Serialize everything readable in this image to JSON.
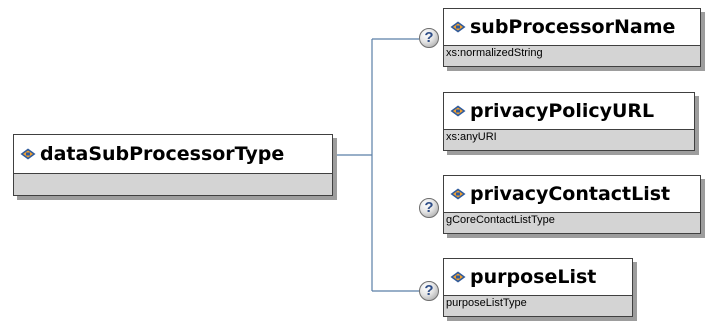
{
  "root": {
    "name": "dataSubProcessorType",
    "type": ""
  },
  "children": [
    {
      "name": "subProcessorName",
      "type": "xs:normalizedString",
      "optional": true
    },
    {
      "name": "privacyPolicyURL",
      "type": "xs:anyURI",
      "optional": false
    },
    {
      "name": "privacyContactList",
      "type": "gCoreContactListType",
      "optional": true
    },
    {
      "name": "purposeList",
      "type": "purposeListType",
      "optional": true
    }
  ],
  "optional_marker": "?",
  "colors": {
    "connector": "#5b7fa6",
    "box_border": "#404040",
    "type_band": "#d4d4d4",
    "shadow": "#9d9d9d",
    "icon_orange": "#f0a030",
    "icon_blue": "#2e5a9c",
    "question_text": "#2f4e87"
  }
}
